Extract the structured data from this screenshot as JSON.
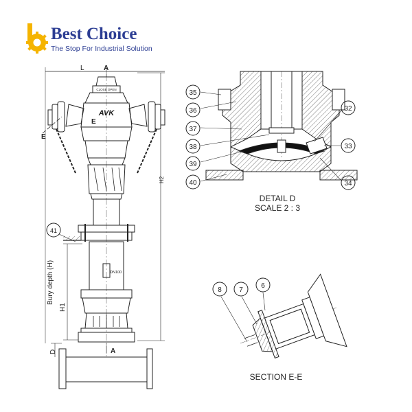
{
  "logo": {
    "brand_first": "Best",
    "brand_second": "Choice",
    "tagline": "The Stop For Industrial Solution",
    "colors": {
      "navy": "#2c3d93",
      "gold": "#f5b400"
    }
  },
  "hydrant": {
    "dims": {
      "L": "L",
      "A_top": "A",
      "A_bottom": "A",
      "H2": "H2",
      "H1": "H1",
      "bury": "Bury depth (H)",
      "D": "D"
    },
    "section_marks": {
      "E_left": "E",
      "E_center": "E"
    },
    "callout_41": "41",
    "body_labels": {
      "brand": "AVK",
      "close_open": "CLOSE  OPEN",
      "dn": "DN100"
    }
  },
  "detail_d": {
    "callouts": [
      "35",
      "36",
      "37",
      "38",
      "39",
      "40",
      "32",
      "33",
      "34"
    ],
    "title": "DETAIL D",
    "scale": "SCALE 2 : 3"
  },
  "section_ee": {
    "callouts": [
      "8",
      "7",
      "6"
    ],
    "title": "SECTION E-E"
  }
}
